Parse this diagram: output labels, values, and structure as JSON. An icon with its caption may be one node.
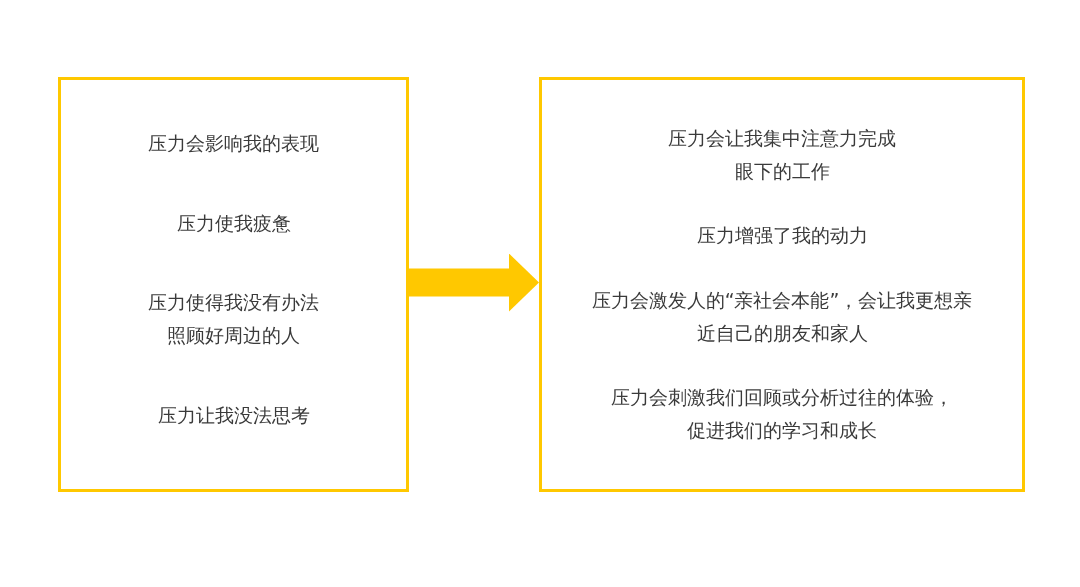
{
  "diagram": {
    "nodes": [
      {
        "text": [
          "压力会影响我的表现",
          "压力使我疲惫",
          "压力使得我没有办法照顾好周边的人",
          "压力让我没法思考"
        ]
      },
      {
        "text": [
          "压力会让我集中注意力完成眼下的工作",
          "压力增强了我的动力",
          "压力会激发人的“亲社会本能”，会让我更想亲近自己的朋友和家人",
          "压力会刺激我们回顾或分析过往的体验，促进我们的学习和成长"
        ]
      }
    ],
    "edges": [
      {
        "from": 0,
        "to": 1,
        "arrow": "to"
      }
    ]
  }
}
